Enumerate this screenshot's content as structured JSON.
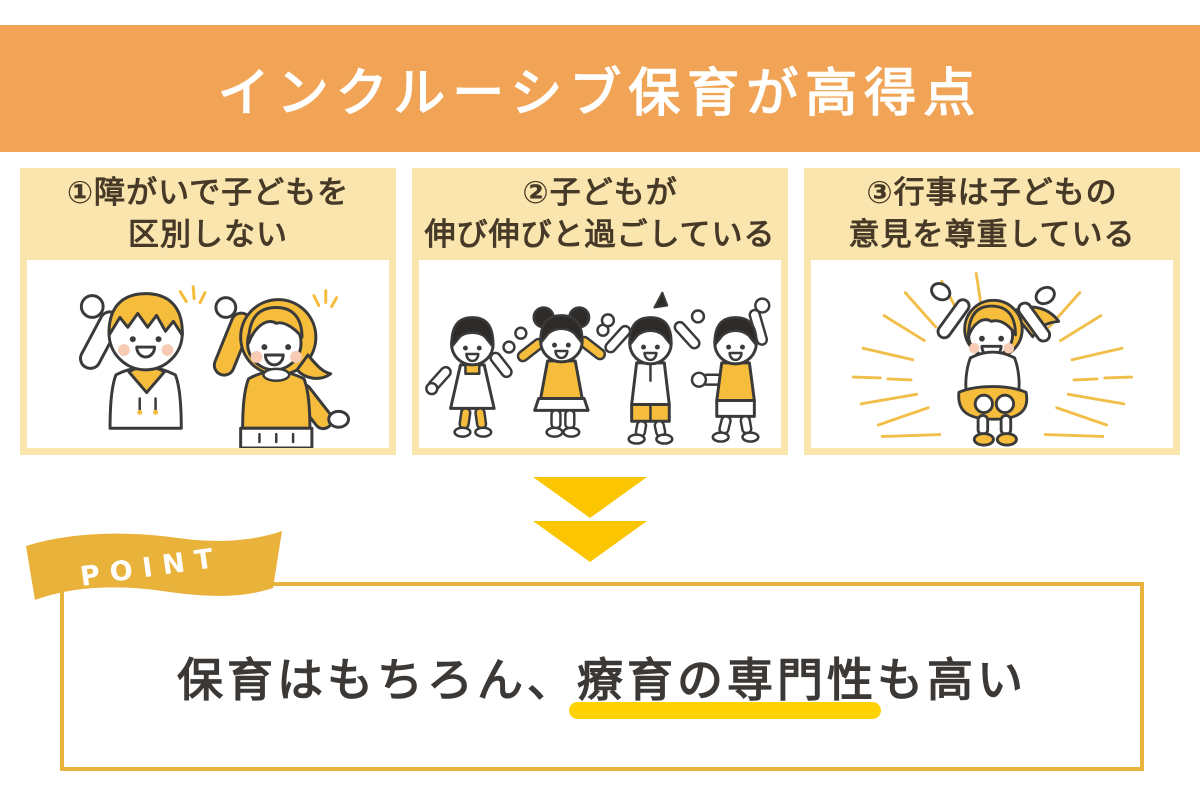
{
  "header": {
    "title": "インクルーシブ保育が高得点"
  },
  "cards": [
    {
      "line1": "①障がいで子どもを",
      "line2": "区別しない",
      "illustration": "two-children-raising-hands"
    },
    {
      "line1": "②子どもが",
      "line2": "伸び伸びと過ごしている",
      "illustration": "four-children-dancing"
    },
    {
      "line1": "③行事は子どもの",
      "line2": "意見を尊重している",
      "illustration": "girl-jumping-with-sunburst"
    }
  ],
  "arrow": {
    "shape": "double-chevron-down",
    "color": "#FBC502"
  },
  "point": {
    "ribbon_label": "POINT",
    "text_before": "保育はもちろん、",
    "text_highlight": "療育の専門性",
    "text_after": "も高い"
  },
  "colors": {
    "header_band": "#F1A455",
    "card_bg": "#F9E5AD",
    "card_text": "#473928",
    "chevron": "#FBC502",
    "ribbon": "#E9B23B",
    "box_border": "#E7B33C",
    "highlight": "#FFD203",
    "body_text": "#3B3836",
    "illustration_accent": "#F6BC3B",
    "background": "#FFFFFF"
  }
}
